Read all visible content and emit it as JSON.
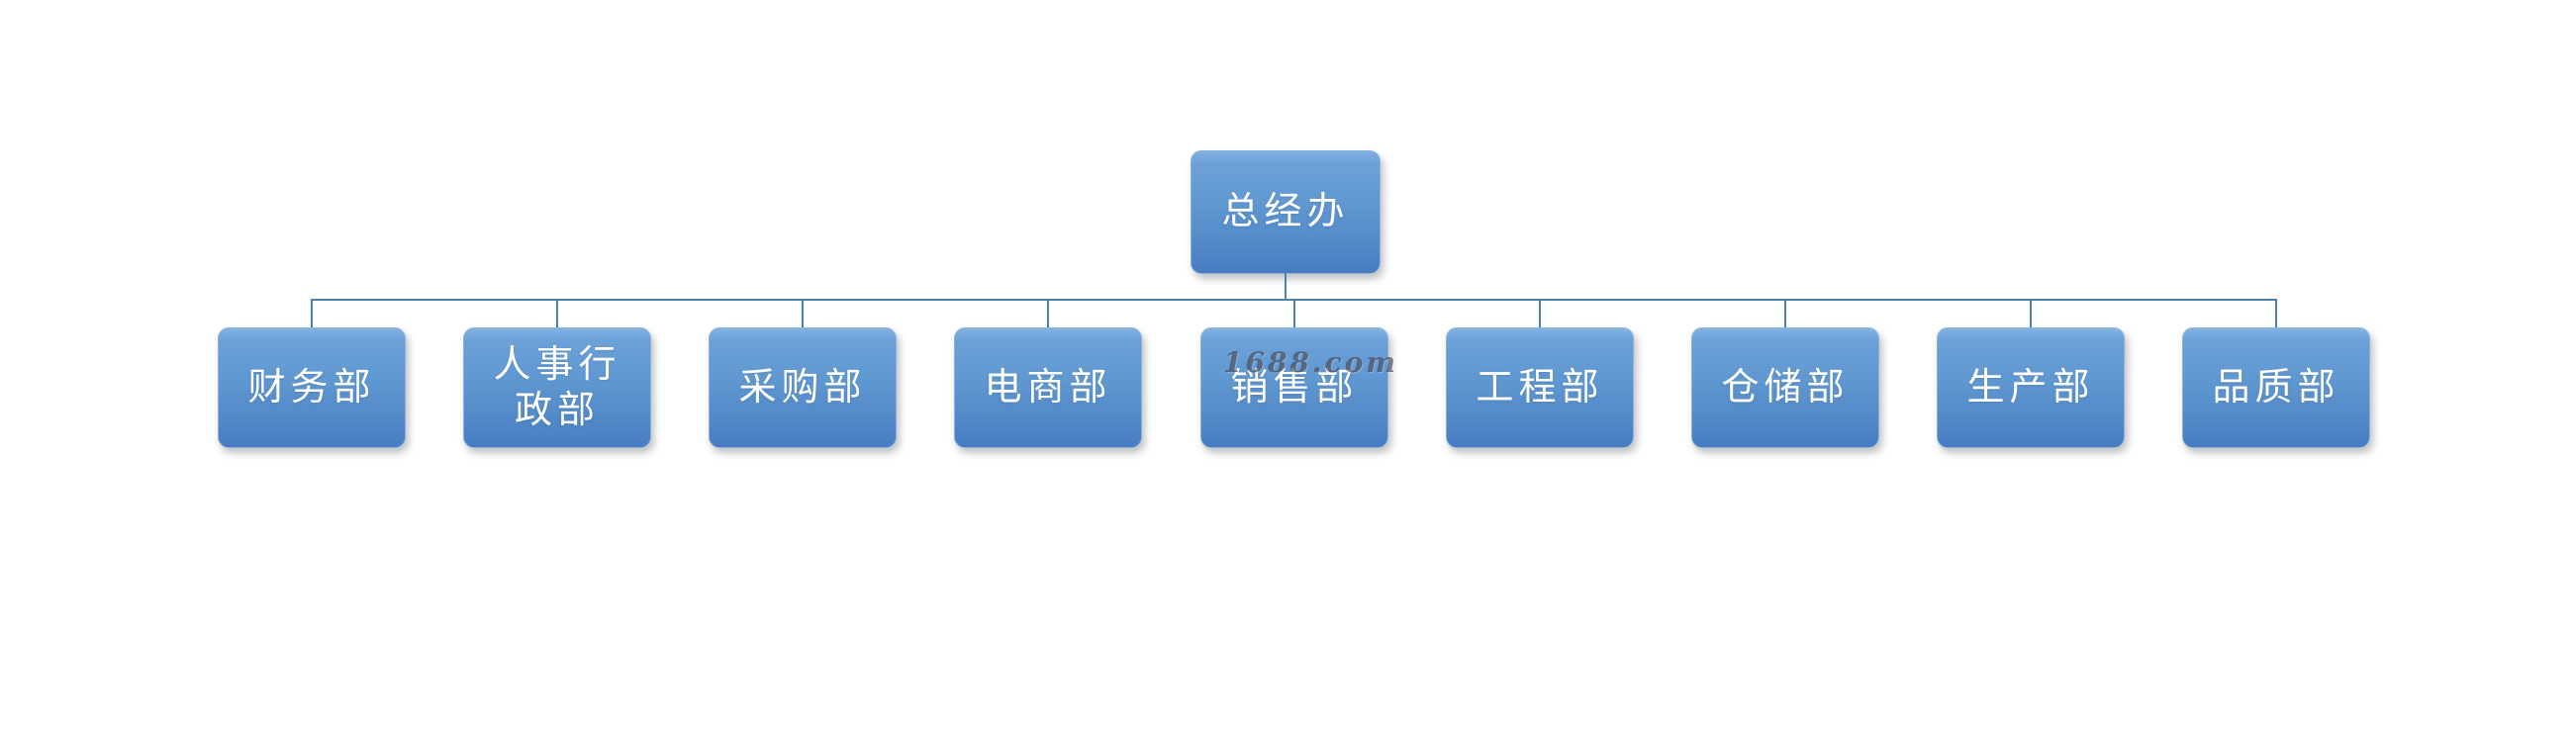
{
  "org_chart": {
    "root": {
      "label": "总经办"
    },
    "departments": [
      {
        "label": "财务部"
      },
      {
        "label": "人事行政部"
      },
      {
        "label": "采购部"
      },
      {
        "label": "电商部"
      },
      {
        "label": "销售部"
      },
      {
        "label": "工程部"
      },
      {
        "label": "仓储部"
      },
      {
        "label": "生产部"
      },
      {
        "label": "品质部"
      }
    ],
    "watermark_text": "1688.com",
    "colors": {
      "node_fill_top": "#79aadd",
      "node_fill_bottom": "#4a80c2",
      "node_text": "#ffffff",
      "connector": "#4e81ae",
      "canvas_background": "#ffffff"
    }
  }
}
